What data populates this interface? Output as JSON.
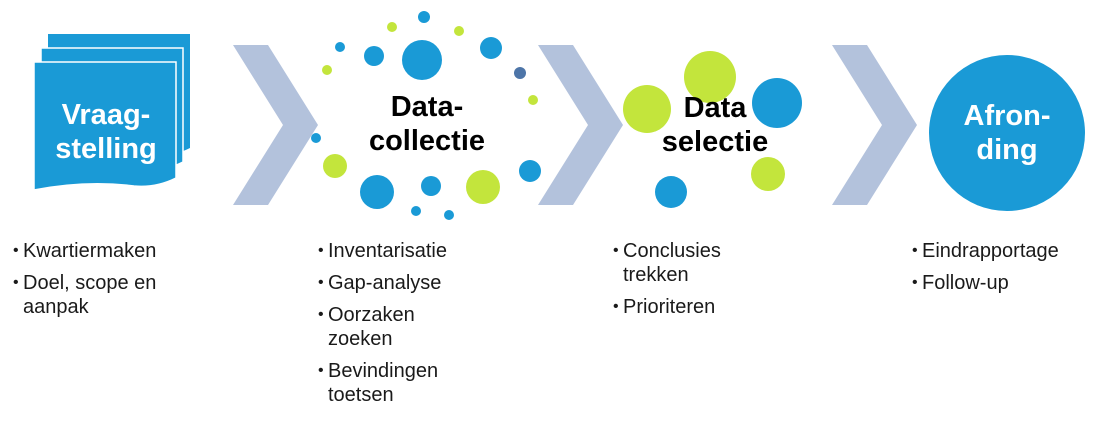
{
  "colors": {
    "blue": "#1a9ad6",
    "green": "#c3e53c",
    "arrow": "#b3c2dc",
    "navy": "#4d75a8"
  },
  "stages": [
    {
      "title": "Vraag-\nstelling",
      "icon": "document-stack-icon",
      "bullets": [
        "Kwartiermaken",
        "Doel, scope en aanpak"
      ]
    },
    {
      "title": "Data-\ncollectie",
      "icon": "dot-cluster-icon",
      "bullets": [
        "Inventarisatie",
        "Gap-analyse",
        "Oorzaken zoeken",
        "Bevindingen toetsen"
      ]
    },
    {
      "title": "Data\nselectie",
      "icon": "selected-dots-icon",
      "bullets": [
        "Conclusies trekken",
        "Prioriteren"
      ]
    },
    {
      "title": "Afron-\nding",
      "icon": "circle-icon",
      "bullets": [
        "Eindrapportage",
        "Follow-up"
      ]
    }
  ]
}
